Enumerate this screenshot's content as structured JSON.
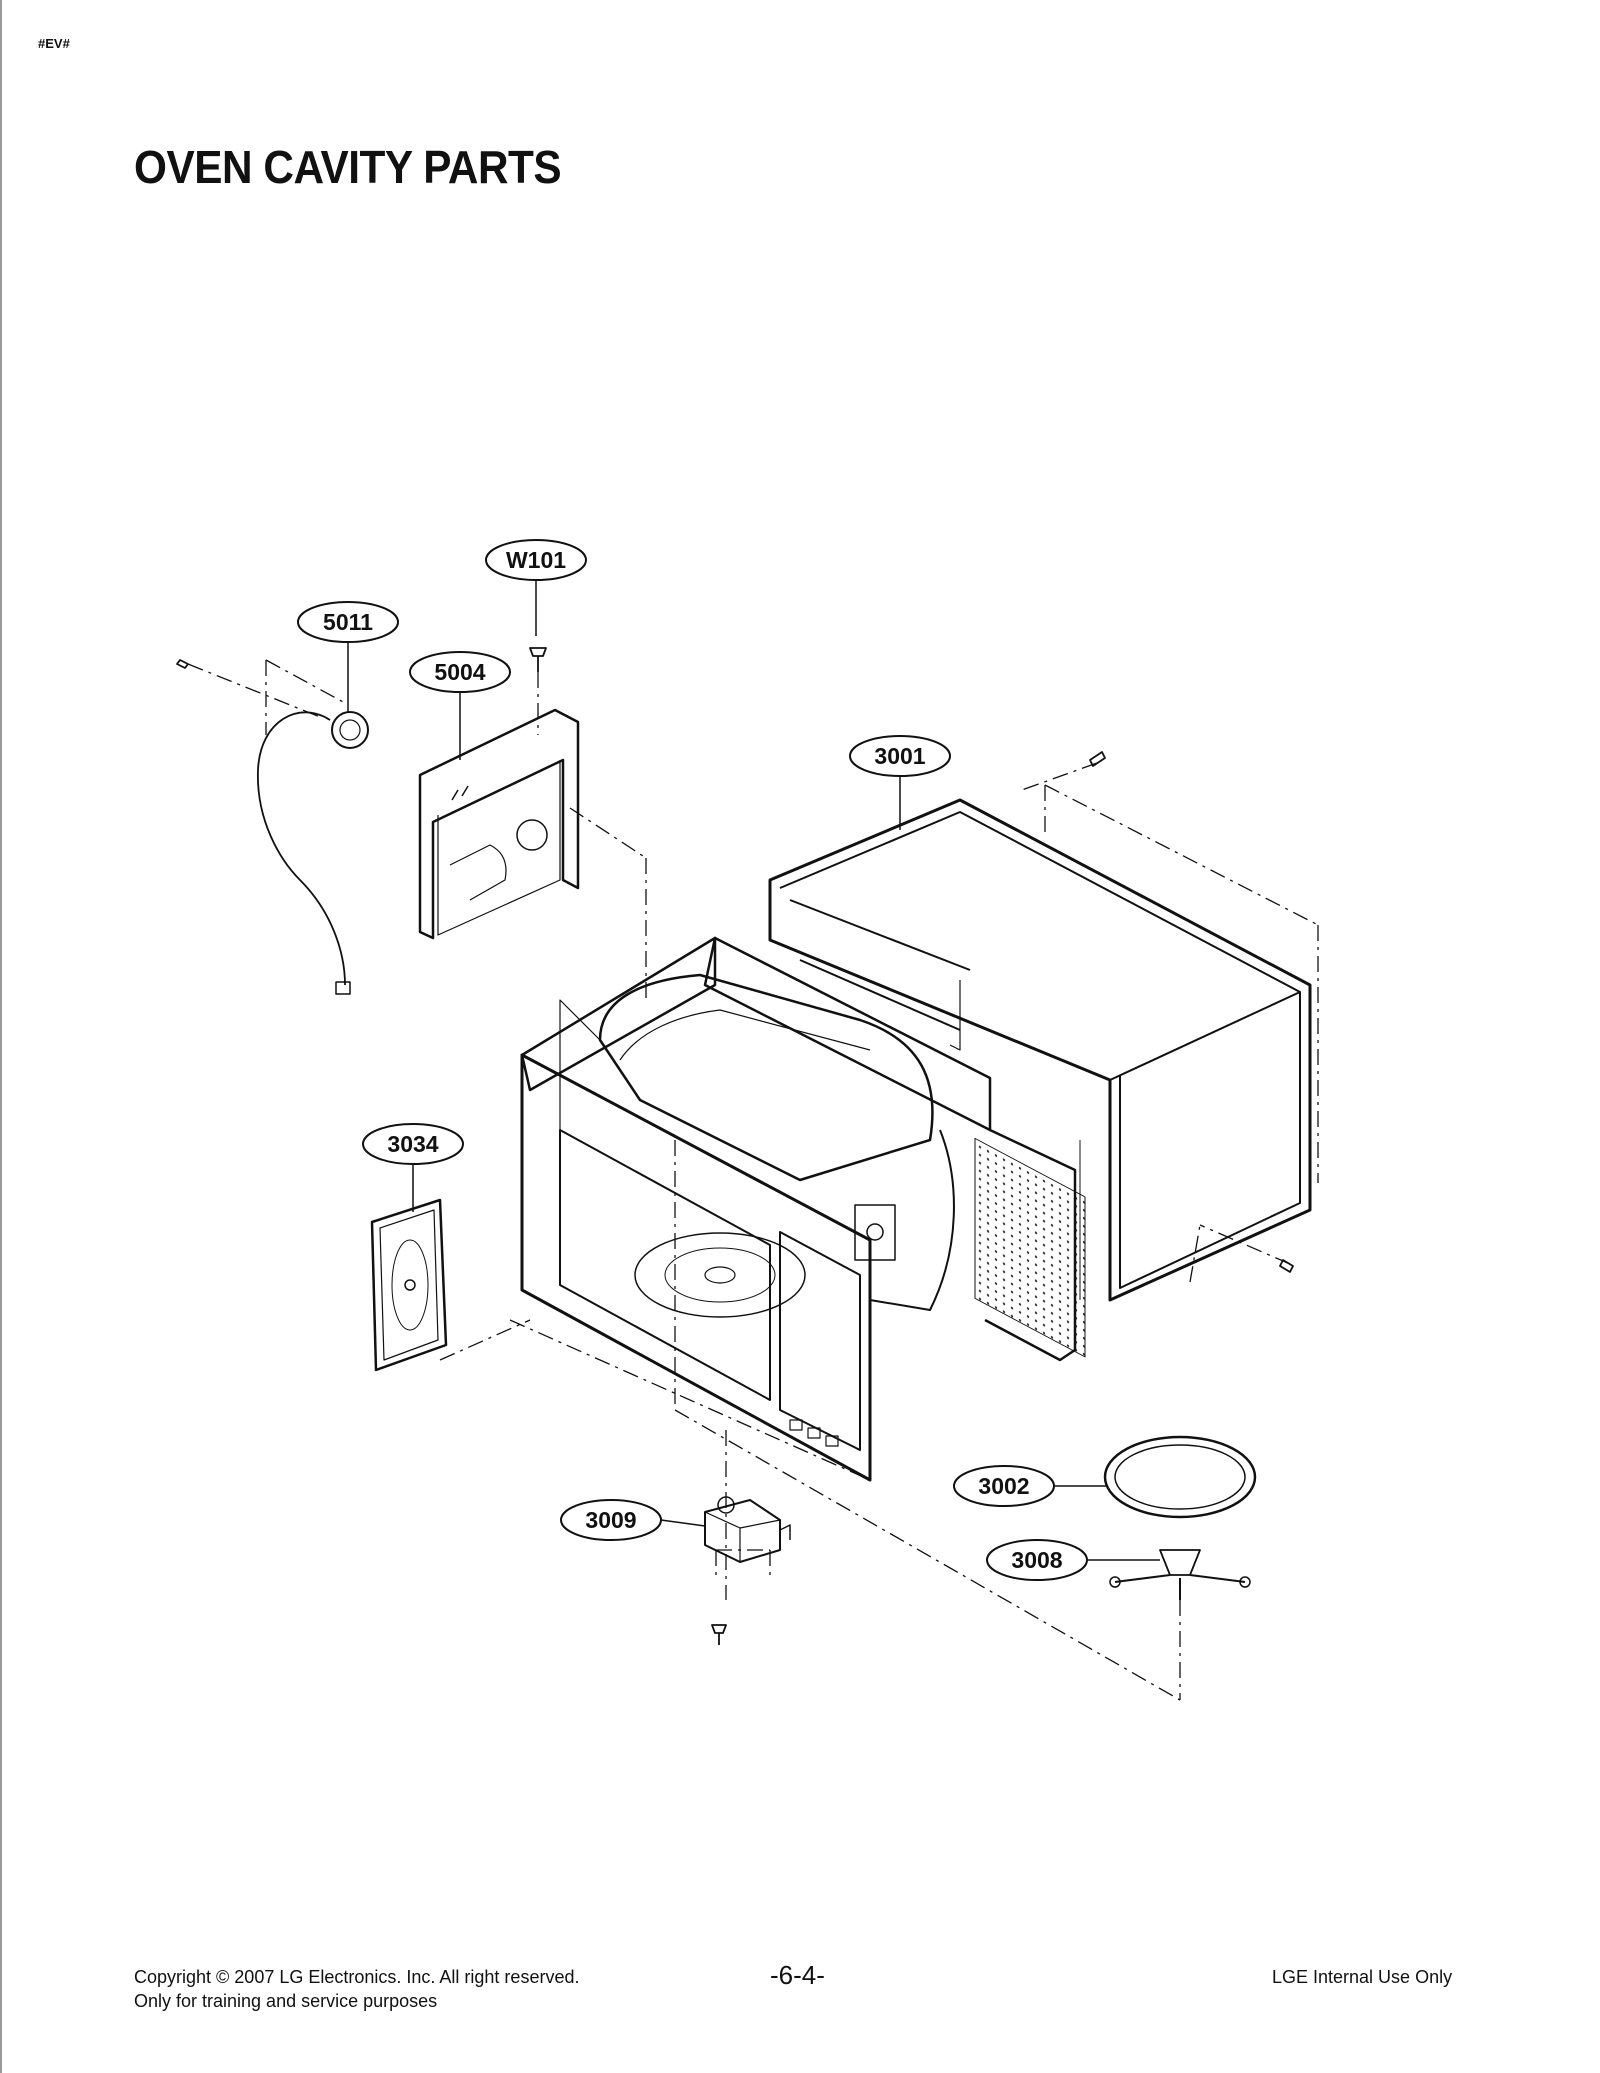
{
  "header": {
    "tag": "#EV#",
    "title": "OVEN CAVITY PARTS"
  },
  "callouts": [
    {
      "id": "W101",
      "label": "W101"
    },
    {
      "id": "5011",
      "label": "5011"
    },
    {
      "id": "5004",
      "label": "5004"
    },
    {
      "id": "3001",
      "label": "3001"
    },
    {
      "id": "3034",
      "label": "3034"
    },
    {
      "id": "3002",
      "label": "3002"
    },
    {
      "id": "3009",
      "label": "3009"
    },
    {
      "id": "3008",
      "label": "3008"
    }
  ],
  "footer": {
    "copyright": "Copyright © 2007 LG Electronics. Inc. All right reserved.",
    "training": "Only for training and service purposes",
    "page": "-6-4-",
    "internal": "LGE Internal Use Only"
  }
}
